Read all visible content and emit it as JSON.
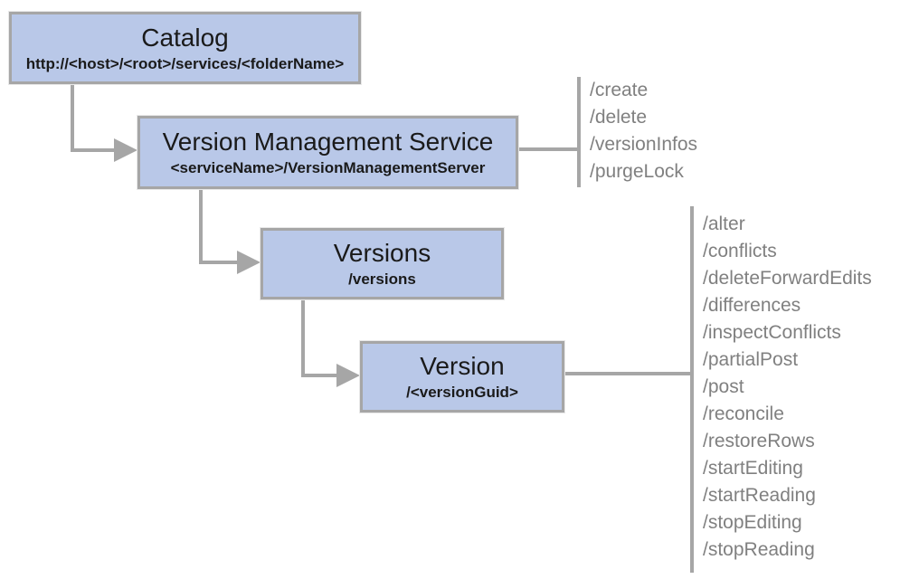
{
  "colors": {
    "box_fill": "#b9c8e8",
    "box_border": "#a6a6a6",
    "connector": "#a6a6a6",
    "title_text": "#1a1a1a",
    "op_text": "#808080",
    "bg": "#ffffff"
  },
  "nodes": {
    "catalog": {
      "title": "Catalog",
      "subtitle": "http://<host>/<root>/services/<folderName>"
    },
    "version_management_service": {
      "title": "Version Management Service",
      "subtitle": "<serviceName>/VersionManagementServer",
      "operations": [
        "/create",
        "/delete",
        "/versionInfos",
        "/purgeLock"
      ]
    },
    "versions": {
      "title": "Versions",
      "subtitle": "/versions"
    },
    "version": {
      "title": "Version",
      "subtitle": "/<versionGuid>",
      "operations": [
        "/alter",
        "/conflicts",
        "/deleteForwardEdits",
        "/differences",
        "/inspectConflicts",
        "/partialPost",
        "/post",
        "/reconcile",
        "/restoreRows",
        "/startEditing",
        "/startReading",
        "/stopEditing",
        "/stopReading"
      ]
    }
  }
}
